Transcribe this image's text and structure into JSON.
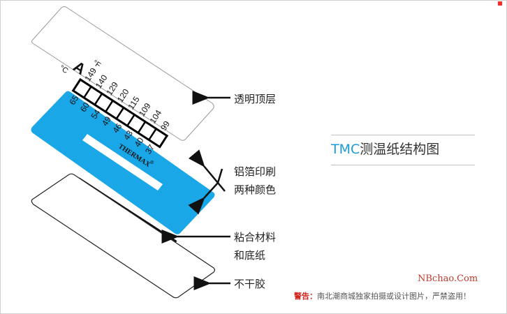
{
  "title": {
    "accent": "TMC",
    "rest": "测温纸结构图"
  },
  "layers": [
    {
      "name": "top",
      "label_lines": [
        "透明顶层"
      ]
    },
    {
      "name": "foil",
      "label_lines": [
        "铝箔印刷",
        "两种颜色"
      ]
    },
    {
      "name": "adhesive",
      "label_lines": [
        "粘合材料",
        "和底纸"
      ]
    },
    {
      "name": "backing",
      "label_lines": [
        "不干胶"
      ]
    }
  ],
  "scale": {
    "letter": "A",
    "unit_c": "°C",
    "unit_f": "°F",
    "celsius": [
      "65",
      "60",
      "54",
      "49",
      "46",
      "43",
      "40",
      "37"
    ],
    "fahrenheit": [
      "149",
      "140",
      "129",
      "120",
      "115",
      "109",
      "104",
      "99"
    ],
    "brand": "THERMAX",
    "registered": "®"
  },
  "watermark": {
    "site": "NBchao.Com",
    "warning_prefix": "警告：",
    "warning_text": "南北潮商城独家拍摄或设计图片，严禁盗用！"
  },
  "colors": {
    "foil_blue": "#19a7e8",
    "accent": "#1b9ad8",
    "warning_red": "#d0251f",
    "cell_gray": "#9a9a9a"
  }
}
